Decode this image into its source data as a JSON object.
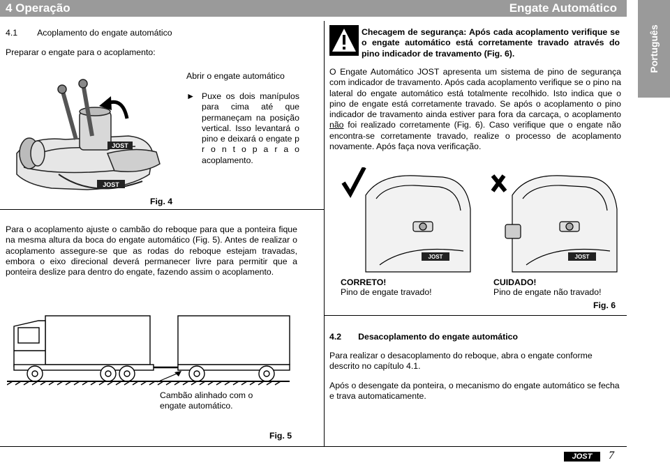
{
  "header": {
    "section": "4 Operação",
    "title": "Engate Automático"
  },
  "sidebar_tab": "Português",
  "left": {
    "heading_num": "4.1",
    "heading": "Acoplamento do engate automático",
    "intro": "Preparar o engate para o acoplamento:",
    "step_title": "Abrir o engate automático",
    "bullet": "►",
    "step_text": "Puxe os dois manípulos para cima até que permaneçam na posição vertical. Isso levantará o pino e deixará o engate p r o n t o  p a r a  o acoplamento.",
    "fig4": "Fig. 4",
    "para": "Para o acoplamento ajuste o cambão do reboque para que a ponteira fique na mesma altura da boca do engate automático (Fig. 5). Antes de realizar o acoplamento assegure-se que as rodas do reboque estejam travadas, embora o eixo direcional deverá permanecer livre para permitir que a ponteira deslize para dentro do engate, fazendo assim o acoplamento.",
    "fig5_caption": "Cambão alinhado com o engate automático.",
    "fig5": "Fig. 5"
  },
  "right": {
    "warning": "Checagem de segurança: Após cada acoplamento verifique se o engate automático está corretamente travado através do pino indicador de travamento (Fig. 6).",
    "para1_a": "O Engate Automático JOST apresenta um sistema de pino de segurança com indicador de travamento. Após cada acoplamento verifique se o pino na lateral do engate automático está totalmente recolhido. Isto indica que o pino de engate está corretamente travado. Se após o acoplamento o pino indicador de travamento ainda estiver para fora da carcaça, o acoplamento ",
    "para1_u": "não",
    "para1_b": " foi realizado corretamente (Fig. 6). Caso verifique que o engate não encontra-se corretamente travado, realize o processo de acoplamento novamente. Após faça nova verificação.",
    "ok_title": "CORRETO!",
    "ok_text": "Pino de engate travado!",
    "bad_title": "CUIDADO!",
    "bad_text": "Pino de engate não travado!",
    "fig6": "Fig. 6",
    "s42_num": "4.2",
    "s42_title": "Desacoplamento do engate automático",
    "s42_p1": "Para realizar o desacoplamento do reboque, abra o engate conforme descrito no capítulo 4.1.",
    "s42_p2": "Após o desengate da ponteira, o mecanismo do engate automático se fecha e trava automaticamente."
  },
  "footer": {
    "logo": "JOST",
    "page": "7"
  },
  "icons": {
    "check": "check-icon",
    "cross": "cross-icon",
    "warning": "warning-triangle-icon"
  }
}
